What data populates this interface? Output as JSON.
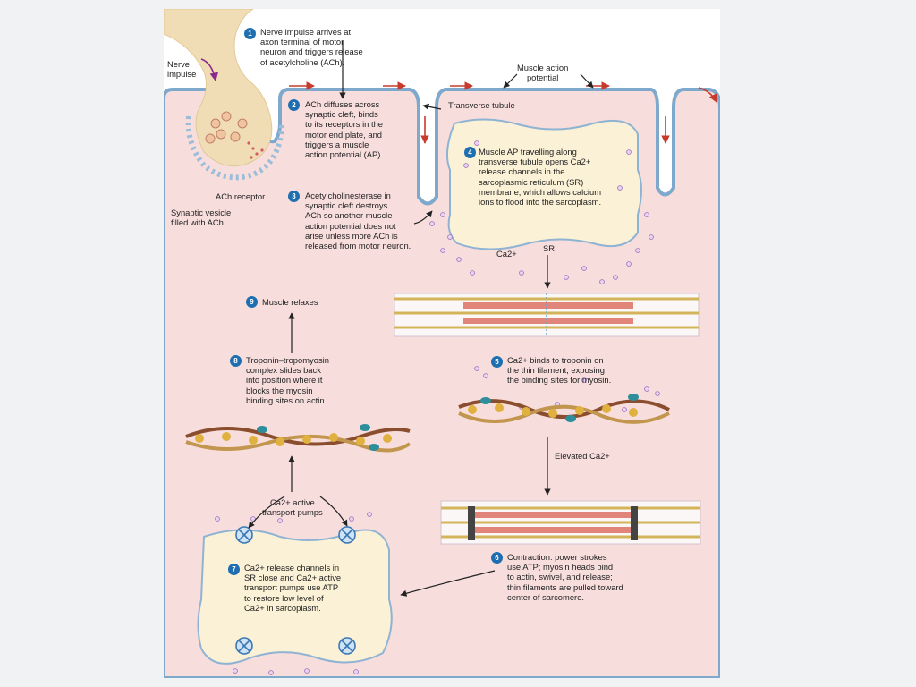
{
  "labels": {
    "nerve_impulse": "Nerve\nimpulse",
    "muscle_action_potential": "Muscle action\npotential",
    "transverse_tubule": "Transverse tubule",
    "ach_receptor": "ACh receptor",
    "synaptic_vesicle": "Synaptic vesicle\nfilled with ACh",
    "sr": "SR",
    "ca_sr": "Ca2+",
    "elevated_ca": "Elevated Ca2+",
    "ca_pumps": "Ca2+ active\ntransport pumps"
  },
  "steps": [
    {
      "num": "1",
      "text": "Nerve impulse arrives at\naxon terminal of motor\nneuron and triggers release\nof acetylcholine (ACh)."
    },
    {
      "num": "2",
      "text": "ACh diffuses across\nsynaptic cleft, binds\nto its receptors in the\nmotor end plate, and\ntriggers a muscle\naction potential (AP)."
    },
    {
      "num": "3",
      "text": "Acetylcholinesterase in\nsynaptic cleft destroys\nACh so another muscle\naction potential does not\narise unless more ACh is\nreleased from motor neuron."
    },
    {
      "num": "4",
      "text": "Muscle AP travelling along\ntransverse tubule opens Ca2+\nrelease channels in the\nsarcoplasmic reticulum (SR)\nmembrane, which allows calcium\nions to flood into the sarcoplasm."
    },
    {
      "num": "5",
      "text": "Ca2+ binds to troponin on\nthe thin filament, exposing\nthe binding sites for myosin."
    },
    {
      "num": "6",
      "text": "Contraction: power strokes\nuse ATP; myosin heads bind\nto actin, swivel, and release;\nthin filaments are pulled toward\ncenter of sarcomere."
    },
    {
      "num": "7",
      "text": "Ca2+ release channels in\nSR close and Ca2+ active\ntransport pumps use ATP\nto restore low level of\nCa2+ in sarcoplasm."
    },
    {
      "num": "8",
      "text": "Troponin–tropomyosin\ncomplex slides back\ninto position where it\nblocks the myosin\nbinding sites on actin."
    },
    {
      "num": "9",
      "text": "Muscle relaxes"
    }
  ],
  "colors": {
    "cell": "#f7dedd",
    "membrane": "#7fa9cc",
    "neuron": "#f1ddb5",
    "sr": "#fbf1d6",
    "arrow_red": "#c83a2b",
    "arrow_purple": "#8b2a8d",
    "badge": "#1f6fb0"
  }
}
